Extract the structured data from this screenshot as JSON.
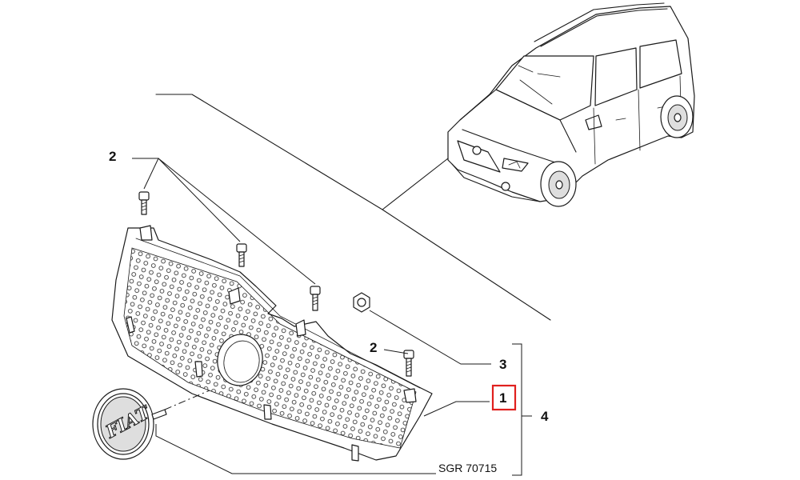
{
  "diagram": {
    "callouts": {
      "label_2a": "2",
      "label_2b": "2",
      "label_3": "3",
      "label_1": "1",
      "label_4": "4"
    },
    "drawing_code": "SGR 70715",
    "logo_text": "FIAT",
    "highlight_color": "#e0201e"
  }
}
